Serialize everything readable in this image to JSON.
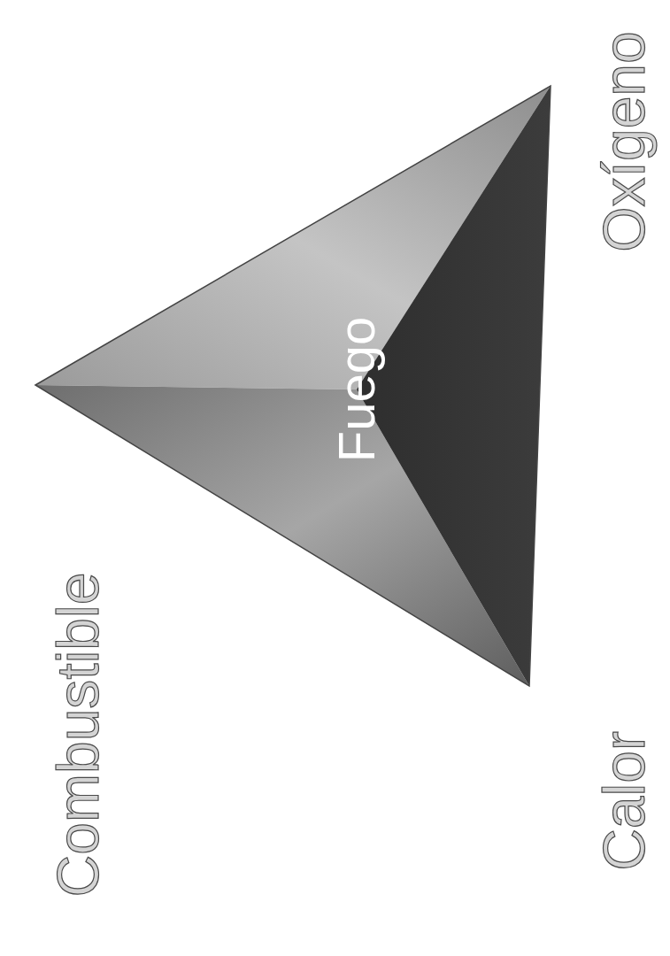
{
  "diagram": {
    "labels": [
      "Oxígeno",
      "Fuego",
      "Combustible",
      "Calor"
    ]
  }
}
